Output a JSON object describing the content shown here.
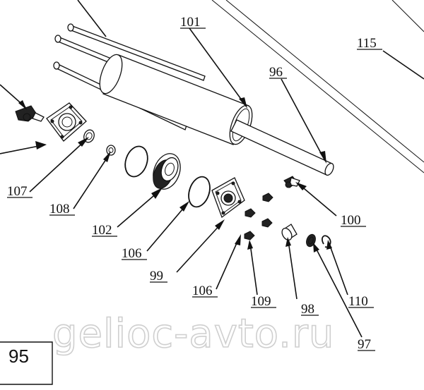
{
  "labels": {
    "l101": "101",
    "l115": "115",
    "l96": "96",
    "l107": "107",
    "l108": "108",
    "l102": "102",
    "l106a": "106",
    "l99": "99",
    "l106b": "106",
    "l109": "109",
    "l98": "98",
    "l110": "110",
    "l100": "100",
    "l97": "97"
  },
  "watermark": "gelioc-avto.ru",
  "page_box": "95"
}
